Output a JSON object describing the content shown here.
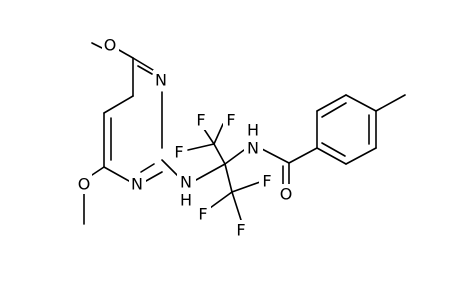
{
  "molecule": {
    "atoms": {
      "o_top": "O",
      "n_ring_top": "N",
      "n_ring_bottom": "N",
      "o_bottom": "O",
      "nh_left": "N",
      "h_left": "H",
      "nh_right": "N",
      "h_right": "H",
      "o_carbonyl": "O",
      "f1": "F",
      "f2": "F",
      "f3": "F",
      "f4": "F",
      "f5": "F",
      "f6": "F"
    }
  }
}
